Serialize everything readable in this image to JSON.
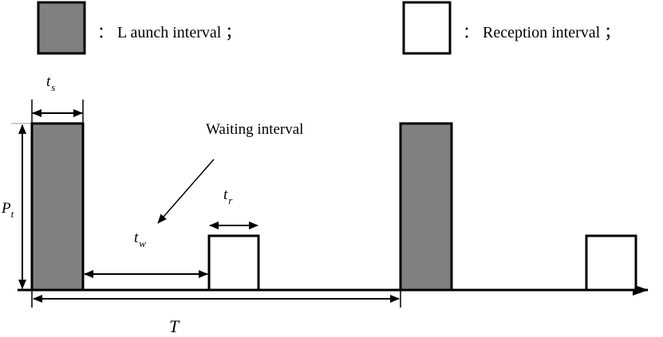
{
  "legend": {
    "launch_label": "： L aunch interval ；",
    "reception_label": "： Reception interval ；",
    "launch_fill": "#808080",
    "reception_fill": "#ffffff"
  },
  "labels": {
    "ts_main": "t",
    "ts_sub": "s",
    "tr_main": "t",
    "tr_sub": "r",
    "tw_main": "t",
    "tw_sub": "w",
    "pt_main": "P",
    "pt_sub": "t",
    "period": "T",
    "waiting": "Waiting interval"
  },
  "colors": {
    "stroke": "#000000",
    "launch": "#808080",
    "reception": "#ffffff",
    "guide": "#9a9a9a"
  }
}
